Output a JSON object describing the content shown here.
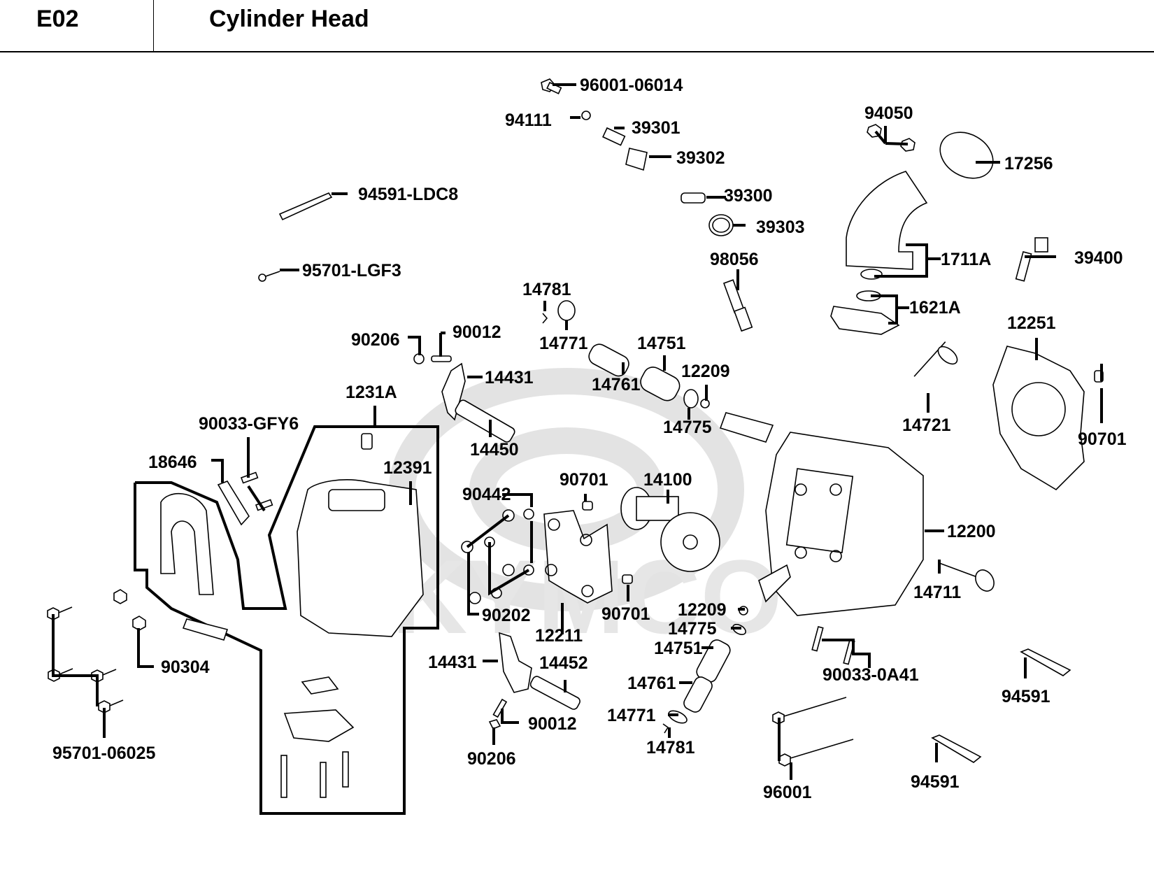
{
  "header": {
    "section_code": "E02",
    "title": "Cylinder Head"
  },
  "watermark": {
    "brand": "KYMCO"
  },
  "callouts": [
    {
      "id": "c01",
      "part_no": "96001-06014",
      "part": "bolt"
    },
    {
      "id": "c02",
      "part_no": "94111",
      "part": "clip"
    },
    {
      "id": "c03",
      "part_no": "39301",
      "part": "injector-connector"
    },
    {
      "id": "c04",
      "part_no": "39302",
      "part": "injector-bracket"
    },
    {
      "id": "c05",
      "part_no": "94591-LDC8",
      "part": "pin"
    },
    {
      "id": "c06",
      "part_no": "39300",
      "part": "fuel-injector"
    },
    {
      "id": "c07",
      "part_no": "39303",
      "part": "o-ring"
    },
    {
      "id": "c08",
      "part_no": "95701-LGF3",
      "part": "bolt"
    },
    {
      "id": "c09",
      "part_no": "98056",
      "part": "spark-plug"
    },
    {
      "id": "c10",
      "part_no": "94050",
      "part": "nut"
    },
    {
      "id": "c11",
      "part_no": "17256",
      "part": "hose-clamp"
    },
    {
      "id": "c12",
      "part_no": "1711A",
      "part": "intake-manifold"
    },
    {
      "id": "c13",
      "part_no": "39400",
      "part": "temperature-sensor"
    },
    {
      "id": "c14",
      "part_no": "1621A",
      "part": "insulator"
    },
    {
      "id": "c15",
      "part_no": "14781",
      "part": "valve-cotter"
    },
    {
      "id": "c16",
      "part_no": "14771",
      "part": "spring-retainer"
    },
    {
      "id": "c17",
      "part_no": "90206",
      "part": "nut"
    },
    {
      "id": "c18",
      "part_no": "90012",
      "part": "adjusting-screw"
    },
    {
      "id": "c19",
      "part_no": "14751",
      "part": "outer-valve-spring"
    },
    {
      "id": "c20",
      "part_no": "14761",
      "part": "inner-valve-spring"
    },
    {
      "id": "c21",
      "part_no": "12209",
      "part": "valve-stem-seal"
    },
    {
      "id": "c22",
      "part_no": "14775",
      "part": "spring-seat"
    },
    {
      "id": "c23",
      "part_no": "14431",
      "part": "rocker-arm"
    },
    {
      "id": "c24",
      "part_no": "1231A",
      "part": "head-cover-assy"
    },
    {
      "id": "c25",
      "part_no": "14450",
      "part": "rocker-shaft"
    },
    {
      "id": "c26",
      "part_no": "12251",
      "part": "head-gasket"
    },
    {
      "id": "c27",
      "part_no": "14721",
      "part": "exhaust-valve"
    },
    {
      "id": "c28",
      "part_no": "90701",
      "part": "dowel-pin"
    },
    {
      "id": "c29",
      "part_no": "90033-GFY6",
      "part": "stud"
    },
    {
      "id": "c30",
      "part_no": "18646",
      "part": "gasket"
    },
    {
      "id": "c31",
      "part_no": "12391",
      "part": "head-cover-gasket"
    },
    {
      "id": "c32",
      "part_no": "90442",
      "part": "washer"
    },
    {
      "id": "c33",
      "part_no": "90701",
      "part": "dowel-pin"
    },
    {
      "id": "c34",
      "part_no": "14100",
      "part": "camshaft"
    },
    {
      "id": "c35",
      "part_no": "12200",
      "part": "cylinder-head"
    },
    {
      "id": "c36",
      "part_no": "14711",
      "part": "intake-valve"
    },
    {
      "id": "c37",
      "part_no": "90202",
      "part": "nut"
    },
    {
      "id": "c38",
      "part_no": "12211",
      "part": "camshaft-holder"
    },
    {
      "id": "c39",
      "part_no": "90701",
      "part": "dowel-pin"
    },
    {
      "id": "c40",
      "part_no": "12209",
      "part": "valve-stem-seal"
    },
    {
      "id": "c41",
      "part_no": "14775",
      "part": "spring-seat"
    },
    {
      "id": "c42",
      "part_no": "14751",
      "part": "outer-valve-spring"
    },
    {
      "id": "c43",
      "part_no": "90304",
      "part": "nut"
    },
    {
      "id": "c44",
      "part_no": "14431",
      "part": "rocker-arm"
    },
    {
      "id": "c45",
      "part_no": "14452",
      "part": "rocker-shaft"
    },
    {
      "id": "c46",
      "part_no": "14761",
      "part": "inner-valve-spring"
    },
    {
      "id": "c47",
      "part_no": "90033-0A41",
      "part": "stud"
    },
    {
      "id": "c48",
      "part_no": "94591",
      "part": "pin"
    },
    {
      "id": "c49",
      "part_no": "14771",
      "part": "spring-retainer"
    },
    {
      "id": "c50",
      "part_no": "90012",
      "part": "adjusting-screw"
    },
    {
      "id": "c51",
      "part_no": "14781",
      "part": "valve-cotter"
    },
    {
      "id": "c52",
      "part_no": "95701-06025",
      "part": "bolt"
    },
    {
      "id": "c53",
      "part_no": "90206",
      "part": "nut"
    },
    {
      "id": "c54",
      "part_no": "96001",
      "part": "bolt"
    },
    {
      "id": "c55",
      "part_no": "94591",
      "part": "pin"
    }
  ]
}
